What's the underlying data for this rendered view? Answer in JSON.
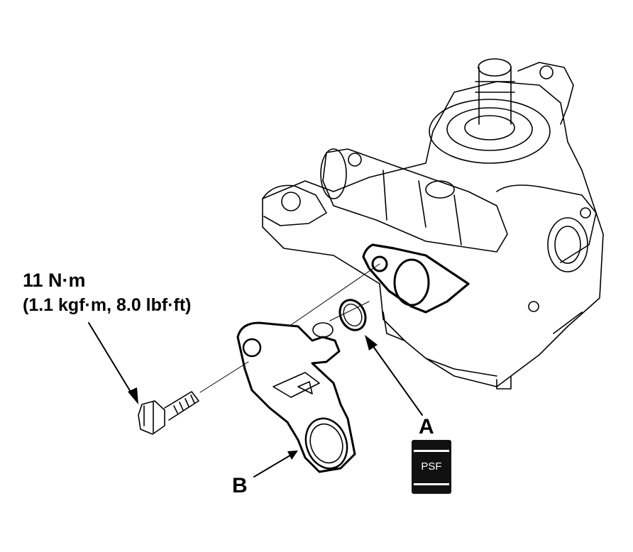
{
  "labels": {
    "torque_line1": "11 N·m",
    "torque_line2": "(1.1 kgf·m, 8.0 lbf·ft)",
    "part_a": "A",
    "part_b": "B",
    "psf_badge": "PSF"
  },
  "colors": {
    "line": "#000000",
    "background": "#ffffff"
  }
}
